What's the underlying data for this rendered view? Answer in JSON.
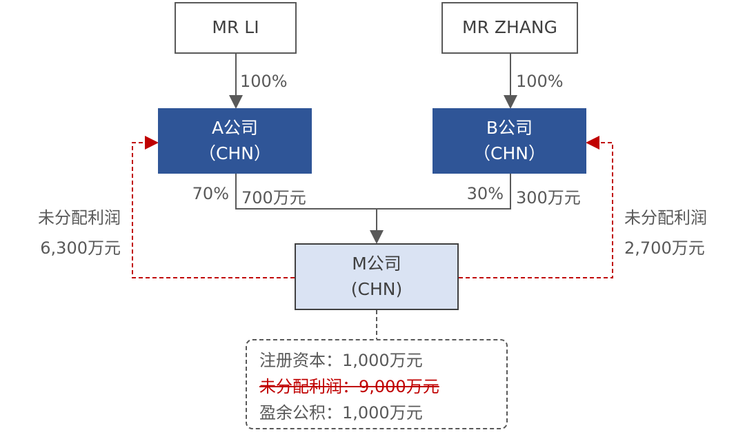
{
  "persons": [
    {
      "name": "MR LI"
    },
    {
      "name": "MR ZHANG"
    }
  ],
  "companies": {
    "a": {
      "name": "A公司",
      "country": "（CHN）"
    },
    "b": {
      "name": "B公司",
      "country": "（CHN）"
    },
    "m": {
      "name": "M公司",
      "country": "(CHN)"
    }
  },
  "edges": {
    "li_to_a": "100%",
    "zhang_to_b": "100%",
    "a_to_m_share": "70%",
    "a_to_m_amount": "700万元",
    "b_to_m_share": "30%",
    "b_to_m_amount": "300万元"
  },
  "distributions": {
    "left": {
      "label": "未分配利润",
      "amount": "6,300万元"
    },
    "right": {
      "label": "未分配利润",
      "amount": "2,700万元"
    }
  },
  "m_info": {
    "registered_capital": "注册资本：1,000万元",
    "undistributed_profit": "未分配利润：9,000万元",
    "surplus_reserve": "盈余公积：1,000万元"
  },
  "colors": {
    "company_fill": "#2f5597",
    "m_fill": "#dae3f3",
    "dashed_red": "#c00000",
    "text": "#595959"
  }
}
